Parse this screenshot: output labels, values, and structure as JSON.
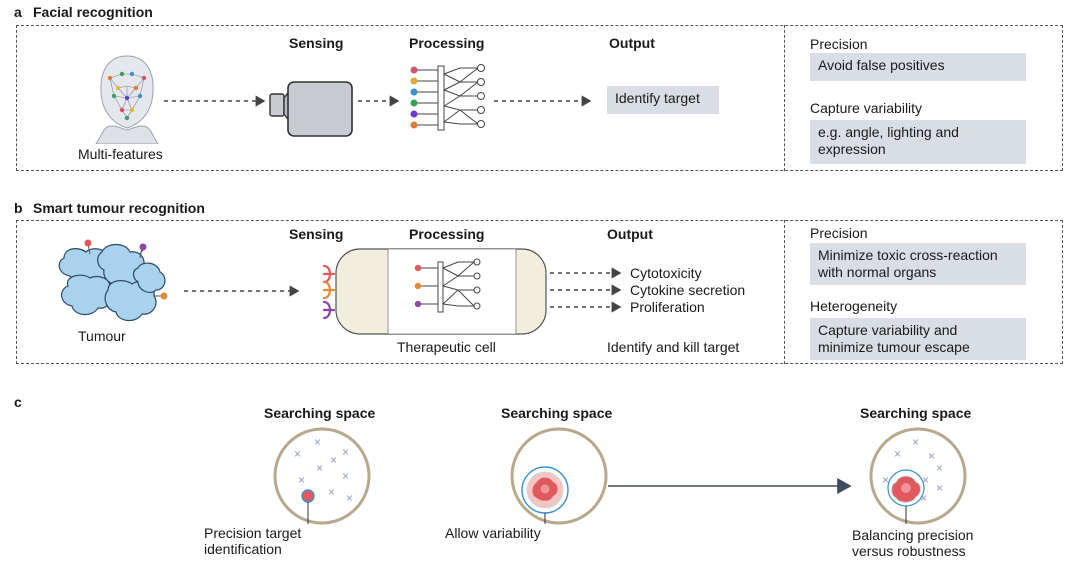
{
  "panel_a": {
    "label": "a",
    "title": "Facial recognition",
    "sensing": "Sensing",
    "processing": "Processing",
    "output": "Output",
    "face_caption": "Multi-features",
    "output_box": "Identify target",
    "side": {
      "h1": "Precision",
      "box1": "Avoid false positives",
      "h2": "Capture variability",
      "box2_l1": "e.g. angle, lighting and",
      "box2_l2": "expression"
    }
  },
  "panel_b": {
    "label": "b",
    "title": "Smart tumour recognition",
    "sensing": "Sensing",
    "processing": "Processing",
    "output": "Output",
    "tumour_caption": "Tumour",
    "cell_caption": "Therapeutic cell",
    "outputs": [
      "Cytotoxicity",
      "Cytokine secretion",
      "Proliferation"
    ],
    "output_caption": "Identify and kill target",
    "side": {
      "h1": "Precision",
      "box1_l1": "Minimize toxic cross-reaction",
      "box1_l2": "with normal organs",
      "h2": "Heterogeneity",
      "box2_l1": "Capture variability and",
      "box2_l2": "minimize tumour escape"
    }
  },
  "panel_c": {
    "label": "c",
    "spaces": [
      {
        "title": "Searching space",
        "caption_l1": "Precision target",
        "caption_l2": "identification"
      },
      {
        "title": "Searching space",
        "caption_l1": "Allow variability",
        "caption_l2": ""
      },
      {
        "title": "Searching space",
        "caption_l1": "Balancing precision",
        "caption_l2": "versus robustness"
      }
    ]
  },
  "colors": {
    "gray_box": "#d9dde4",
    "circle_ring": "#b7a98c",
    "tumour_blue": "#a8d2ee",
    "target_red": "#e0595f",
    "variability_blue": "#3a8fd0",
    "x_mark": "#8f9bc0"
  }
}
